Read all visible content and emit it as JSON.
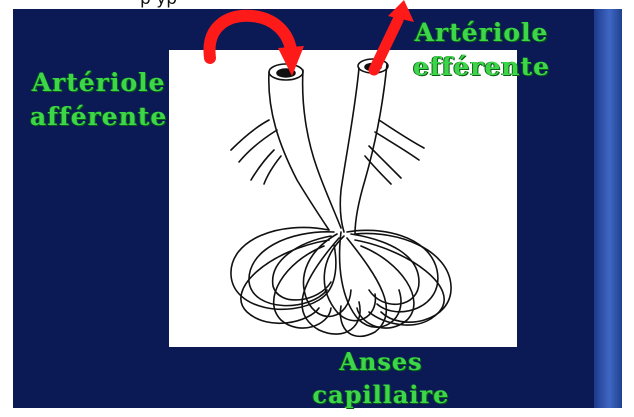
{
  "header": {
    "cropped_text": "p                                                                       yp"
  },
  "labels": {
    "afferent_line1": "Artériole",
    "afferent_line2": "afférente",
    "efferent_line1": "Artériole",
    "efferent_line2": "efférente",
    "capillary_line1": "Anses",
    "capillary_line2": "capillaire"
  },
  "colors": {
    "slide_background": "#0b1a55",
    "label_green": "#3dd64a",
    "arrow_red": "#ff1a1a"
  }
}
